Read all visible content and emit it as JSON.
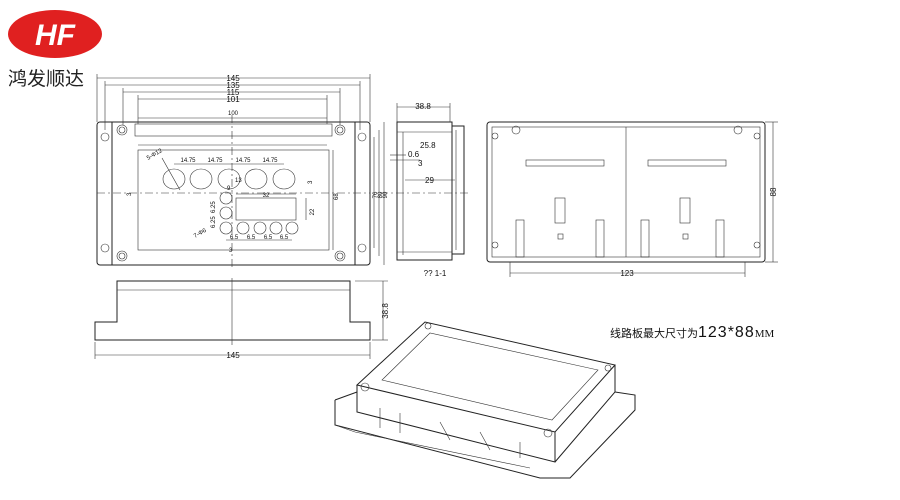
{
  "logo": {
    "text": "HF",
    "color": "#e02020"
  },
  "company_name": "鸿发顺达",
  "front_view": {
    "widths": [
      "145",
      "135",
      "115",
      "101",
      "100"
    ],
    "hole_spacing": [
      "14.75",
      "14.75",
      "14.75",
      "14.75"
    ],
    "hole_label": "5-Φ12",
    "small_hole_label": "7-Φ6",
    "small_spacing": [
      "6.5",
      "6.5",
      "6.5",
      "6.5"
    ],
    "vertical_small": [
      "6.25",
      "6.25"
    ],
    "display_width": "32",
    "display_height": "22",
    "misc": [
      "9",
      "13",
      "3",
      "3",
      "3"
    ],
    "heights": [
      "68",
      "76",
      "80",
      "90"
    ]
  },
  "section_view": {
    "depth": "38.8",
    "inner": "25.8",
    "wall": "0.6",
    "offset": "3",
    "inner_depth": "29",
    "label": "?? 1-1"
  },
  "back_view": {
    "width": "123",
    "height": "88"
  },
  "side_view": {
    "length": "145",
    "height": "38.8"
  },
  "note": {
    "prefix": "线路板最大尺寸为",
    "value": "123*88",
    "unit": "MM"
  }
}
